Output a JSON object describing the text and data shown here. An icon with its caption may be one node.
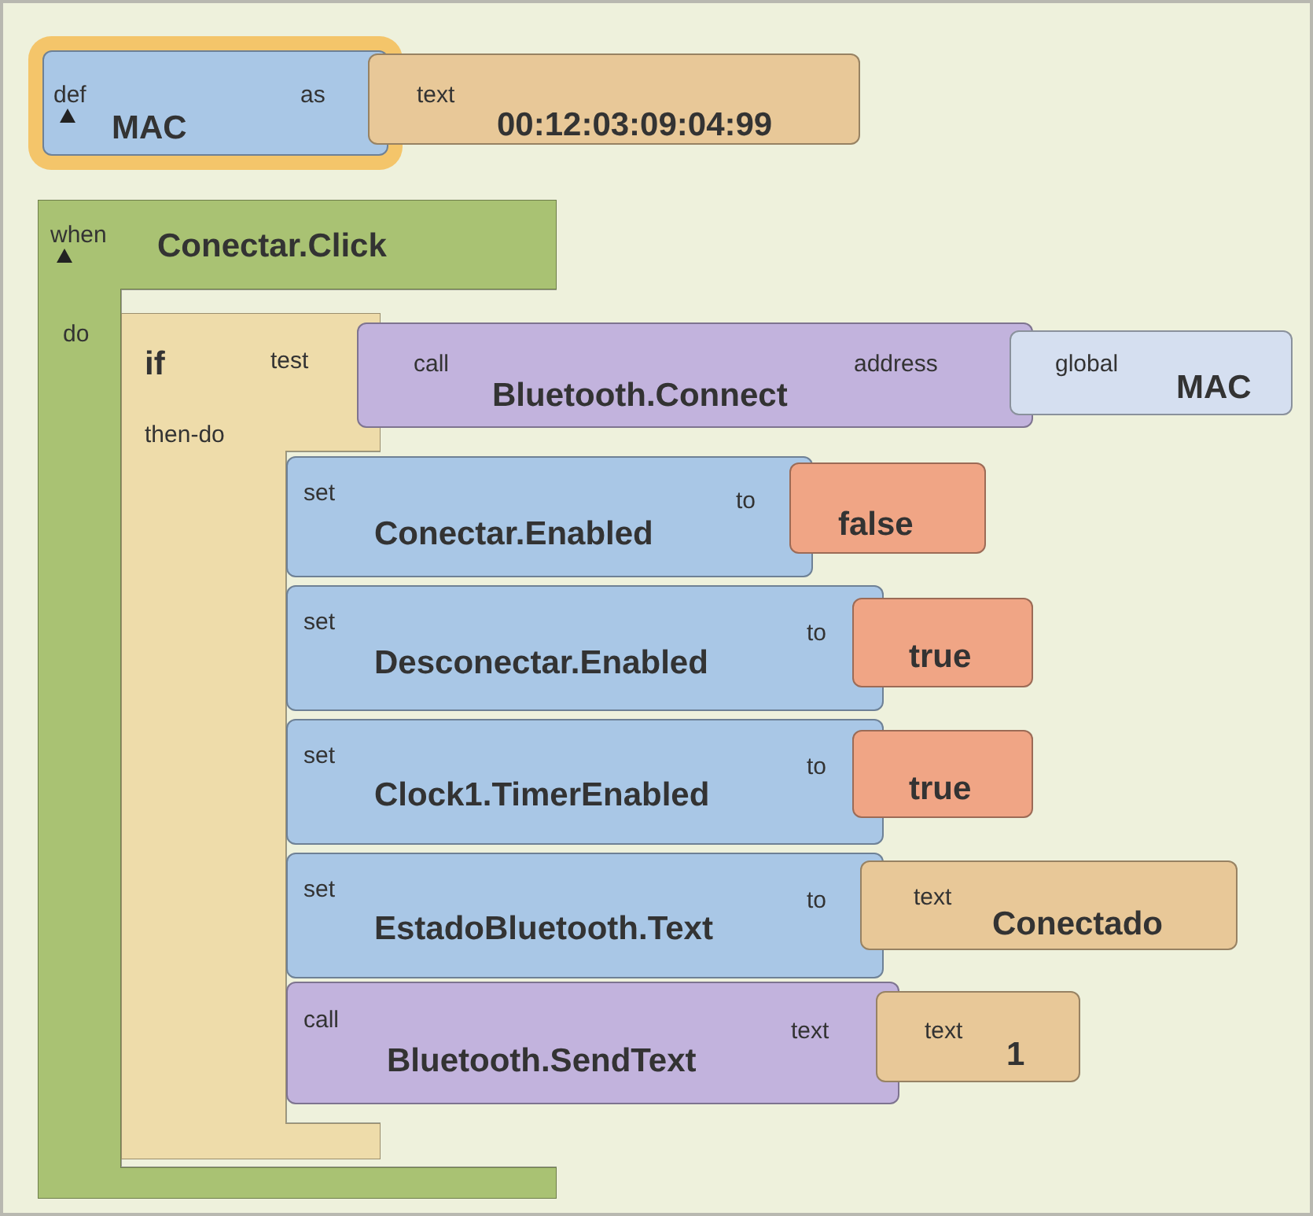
{
  "diagram": {
    "nodes": [
      {
        "text": [
          "def",
          "MAC",
          "as"
        ]
      },
      {
        "text": [
          "text",
          "00:12:03:09:04:99"
        ]
      },
      {
        "text": [
          "when",
          "Conectar.Click",
          "do"
        ]
      },
      {
        "text": [
          "if",
          "test",
          "then-do"
        ]
      },
      {
        "text": [
          "call",
          "Bluetooth.Connect",
          "address"
        ]
      },
      {
        "text": [
          "global",
          "MAC"
        ]
      },
      {
        "text": [
          "set",
          "Conectar.Enabled",
          "to"
        ]
      },
      {
        "text": [
          "false"
        ]
      },
      {
        "text": [
          "set",
          "Desconectar.Enabled",
          "to"
        ]
      },
      {
        "text": [
          "true"
        ]
      },
      {
        "text": [
          "set",
          "Clock1.TimerEnabled",
          "to"
        ]
      },
      {
        "text": [
          "true"
        ]
      },
      {
        "text": [
          "set",
          "EstadoBluetooth.Text",
          "to"
        ]
      },
      {
        "text": [
          "text",
          "Conectado"
        ]
      },
      {
        "text": [
          "call",
          "Bluetooth.SendText",
          "text"
        ]
      },
      {
        "text": [
          "text",
          "1"
        ]
      }
    ],
    "edges": []
  }
}
